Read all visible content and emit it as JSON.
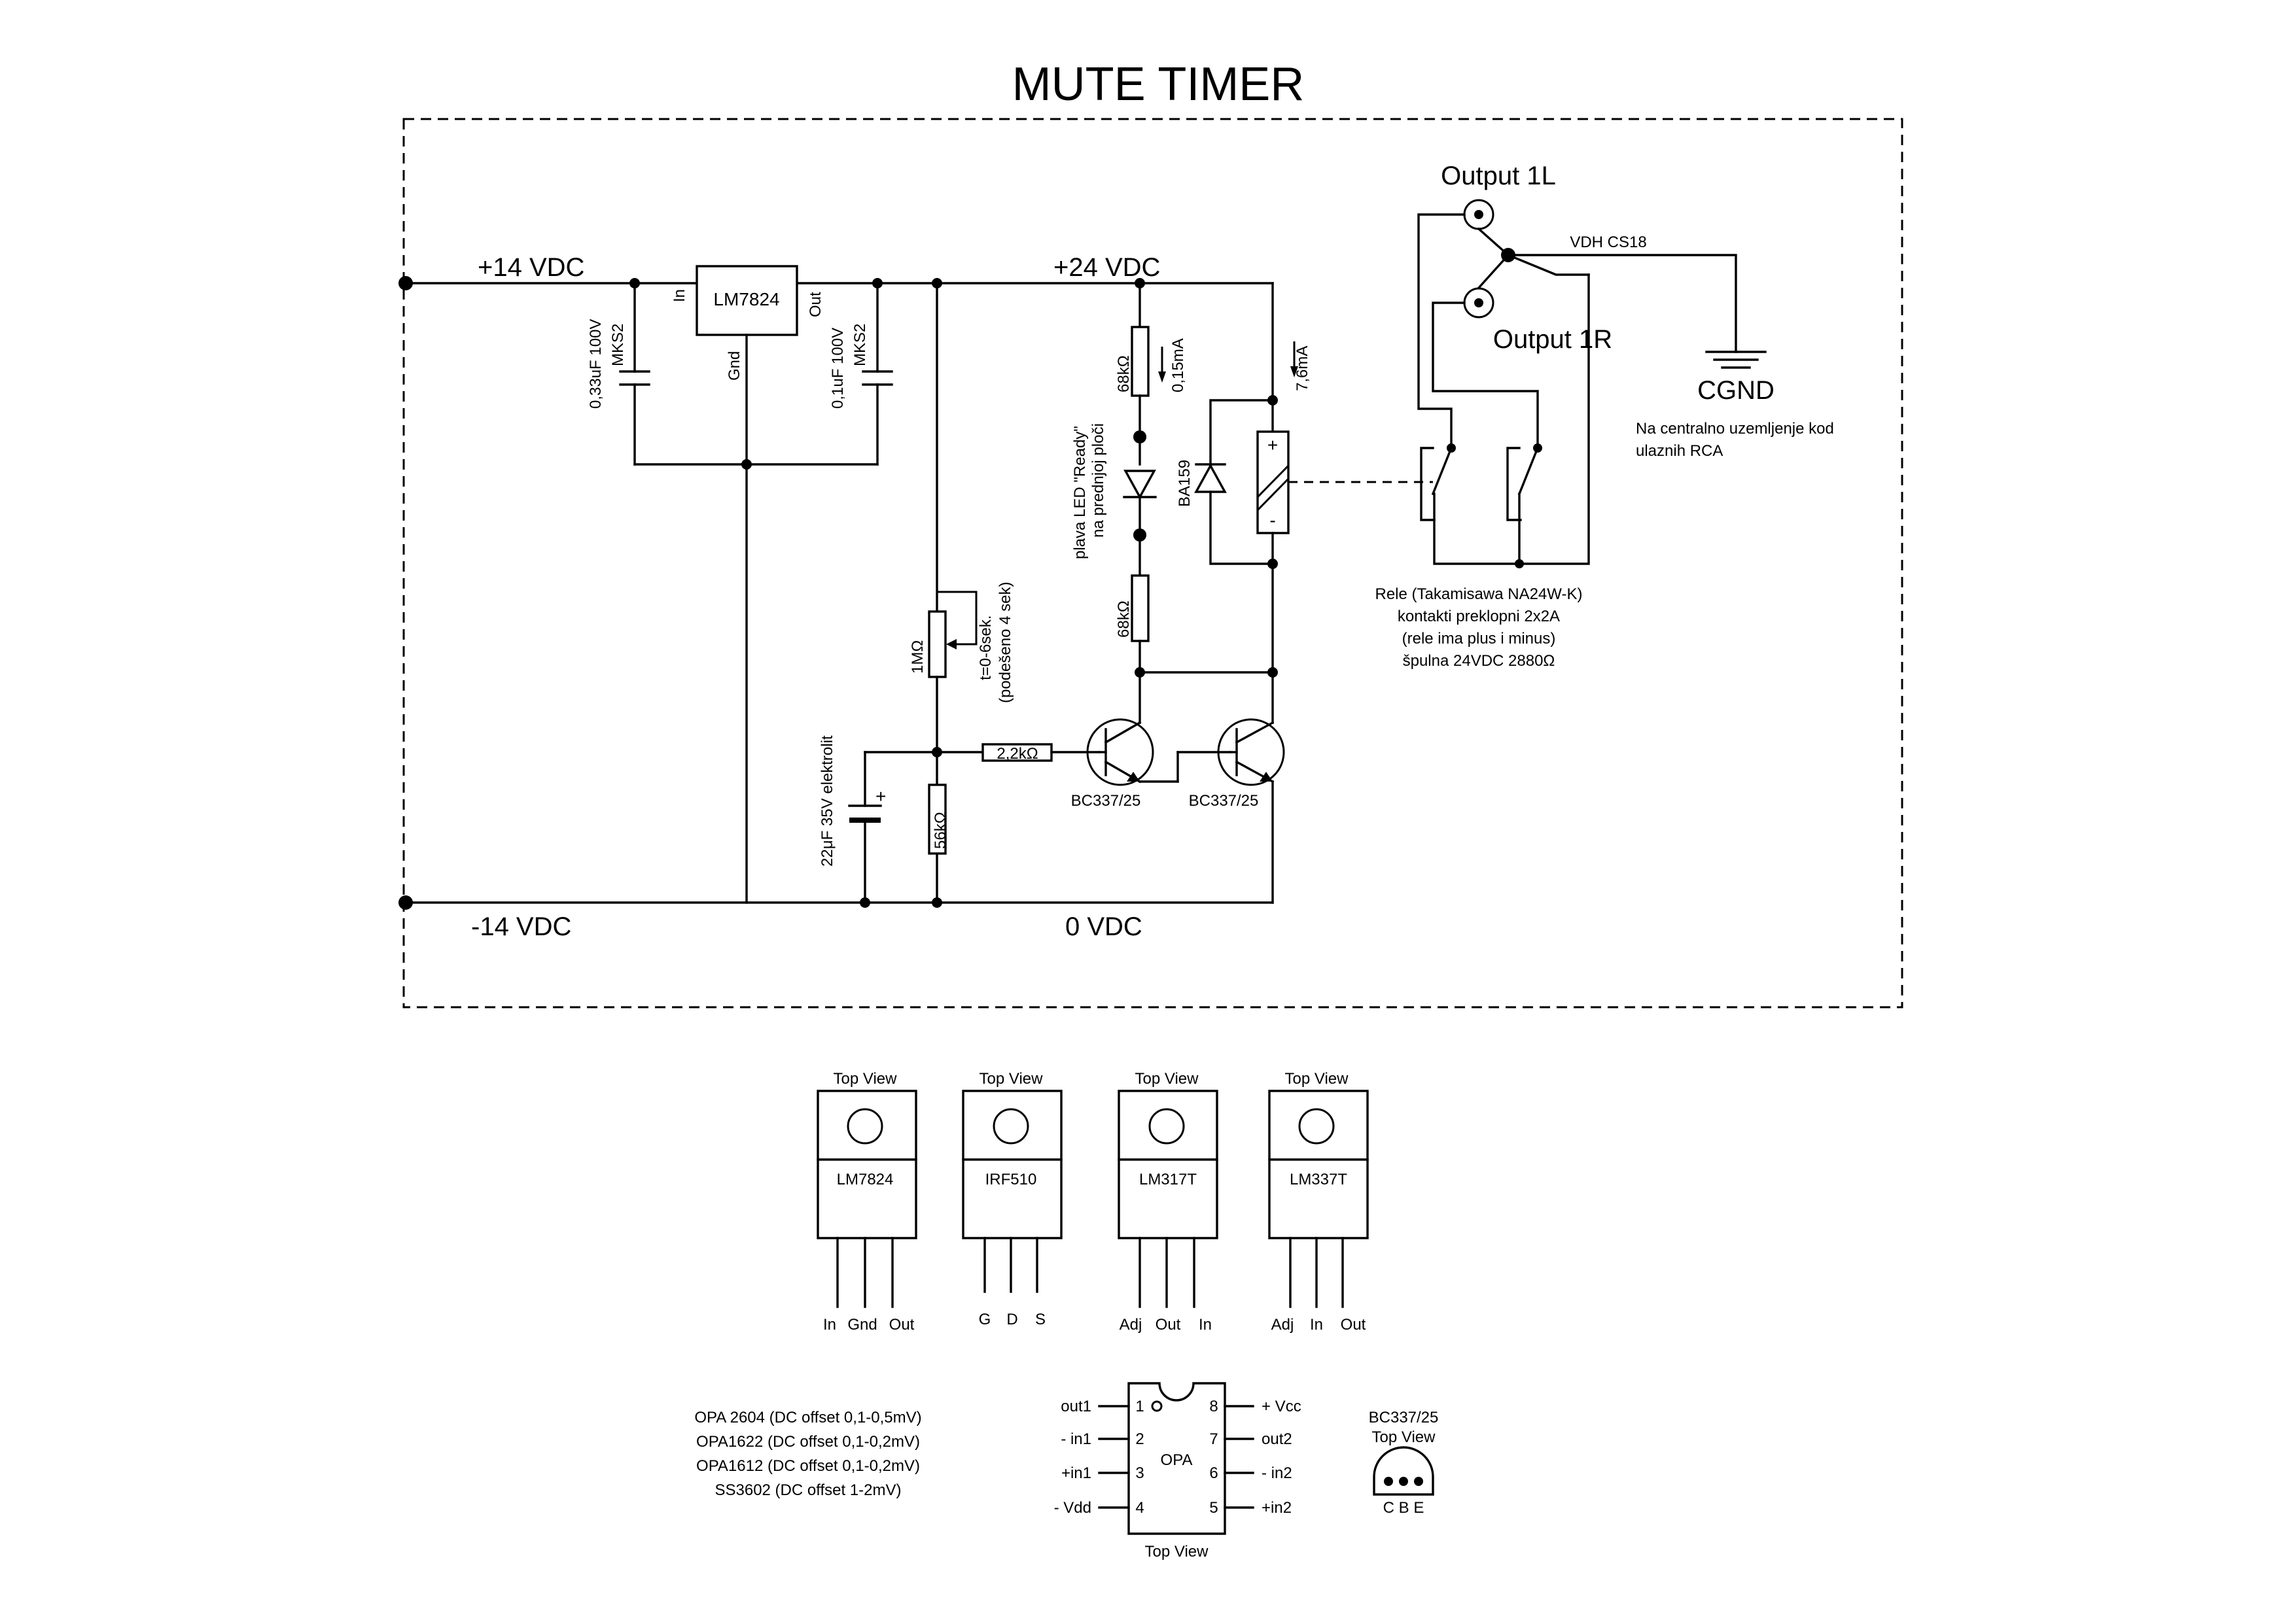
{
  "title": "MUTE TIMER",
  "rails": {
    "plus14": "+14 VDC",
    "plus24": "+24 VDC",
    "minus14": "-14 VDC",
    "zero": "0 VDC"
  },
  "regulator": {
    "name": "LM7824",
    "pin_in": "In",
    "pin_out": "Out",
    "pin_gnd": "Gnd"
  },
  "caps": {
    "c_in_value": "0,33uF 100V",
    "c_in_type": "MKS2",
    "c_out_value": "0,1uF 100V",
    "c_out_type": "MKS2",
    "c_timer": "22μF 35V elektrolit",
    "c_timer_plus": "+"
  },
  "resistors": {
    "r_led_top": "68kΩ",
    "r_led_bottom": "68kΩ",
    "pot": "1MΩ",
    "pot_note_1": "t=0-6sek.",
    "pot_note_2": "(podešeno 4 sek)",
    "r_base": "2,2kΩ",
    "r_bottom": "56kΩ"
  },
  "currents": {
    "led": "0,15mA",
    "relay": "7,6mA"
  },
  "led": {
    "label_1": "plava LED \"Ready\"",
    "label_2": "na prednjoj ploči"
  },
  "diode": "BA159",
  "relay": {
    "coil_plus": "+",
    "coil_minus": "-",
    "lines": [
      "Rele (Takamisawa NA24W-K)",
      "kontakti preklopni 2x2A",
      "(rele ima plus i minus)",
      "špulna 24VDC  2880Ω"
    ]
  },
  "transistors": {
    "q1": "BC337/25",
    "q2": "BC337/25"
  },
  "outputs": {
    "out_l": "Output 1L",
    "out_r": "Output 1R",
    "cable": "VDH CS18",
    "ground": "CGND",
    "ground_note_1": "Na centralno uzemljenje kod",
    "ground_note_2": "ulaznih RCA"
  },
  "packages": [
    {
      "view": "Top View",
      "name": "LM7824",
      "pins": [
        "In",
        "Gnd",
        "Out"
      ]
    },
    {
      "view": "Top View",
      "name": "IRF510",
      "pins": [
        "G",
        "D",
        "S"
      ]
    },
    {
      "view": "Top View",
      "name": "LM317T",
      "pins": [
        "Adj",
        "Out",
        "In"
      ]
    },
    {
      "view": "Top View",
      "name": "LM337T",
      "pins": [
        "Adj",
        "In",
        "Out"
      ]
    }
  ],
  "opamp": {
    "name": "OPA",
    "view": "Top View",
    "left_pins": [
      {
        "label": "out1",
        "num": "1"
      },
      {
        "label": "- in1",
        "num": "2"
      },
      {
        "label": "+in1",
        "num": "3"
      },
      {
        "label": "- Vdd",
        "num": "4"
      }
    ],
    "right_pins": [
      {
        "label": "+ Vcc",
        "num": "8"
      },
      {
        "label": "out2",
        "num": "7"
      },
      {
        "label": "- in2",
        "num": "6"
      },
      {
        "label": "+in2",
        "num": "5"
      }
    ],
    "notes": [
      "OPA 2604 (DC offset 0,1-0,5mV)",
      "OPA1622  (DC offset 0,1-0,2mV)",
      "OPA1612  (DC offset 0,1-0,2mV)",
      "SS3602 (DC offset 1-2mV)"
    ]
  },
  "to92": {
    "name": "BC337/25",
    "view": "Top View",
    "pins": "C B E"
  }
}
